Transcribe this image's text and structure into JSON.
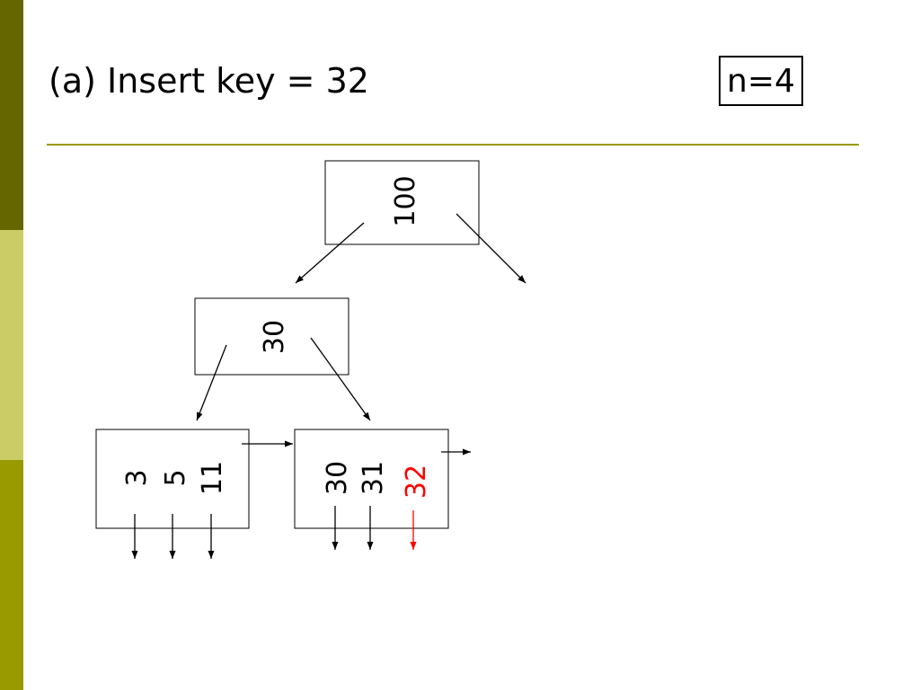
{
  "slide": {
    "title": "(a) Insert key = 32",
    "order_label": "n=4"
  },
  "colors": {
    "sidebar_dark": "#666600",
    "sidebar_light": "#cccc66",
    "sidebar_mid": "#999900",
    "rule": "#999900",
    "inserted_key": "#ff0000"
  },
  "tree": {
    "root": {
      "keys": [
        "100"
      ]
    },
    "internal": {
      "keys": [
        "30"
      ]
    },
    "leaf_left": {
      "keys": [
        "3",
        "5",
        "11"
      ]
    },
    "leaf_right": {
      "keys": [
        "30",
        "31"
      ],
      "inserted_key": "32"
    }
  }
}
